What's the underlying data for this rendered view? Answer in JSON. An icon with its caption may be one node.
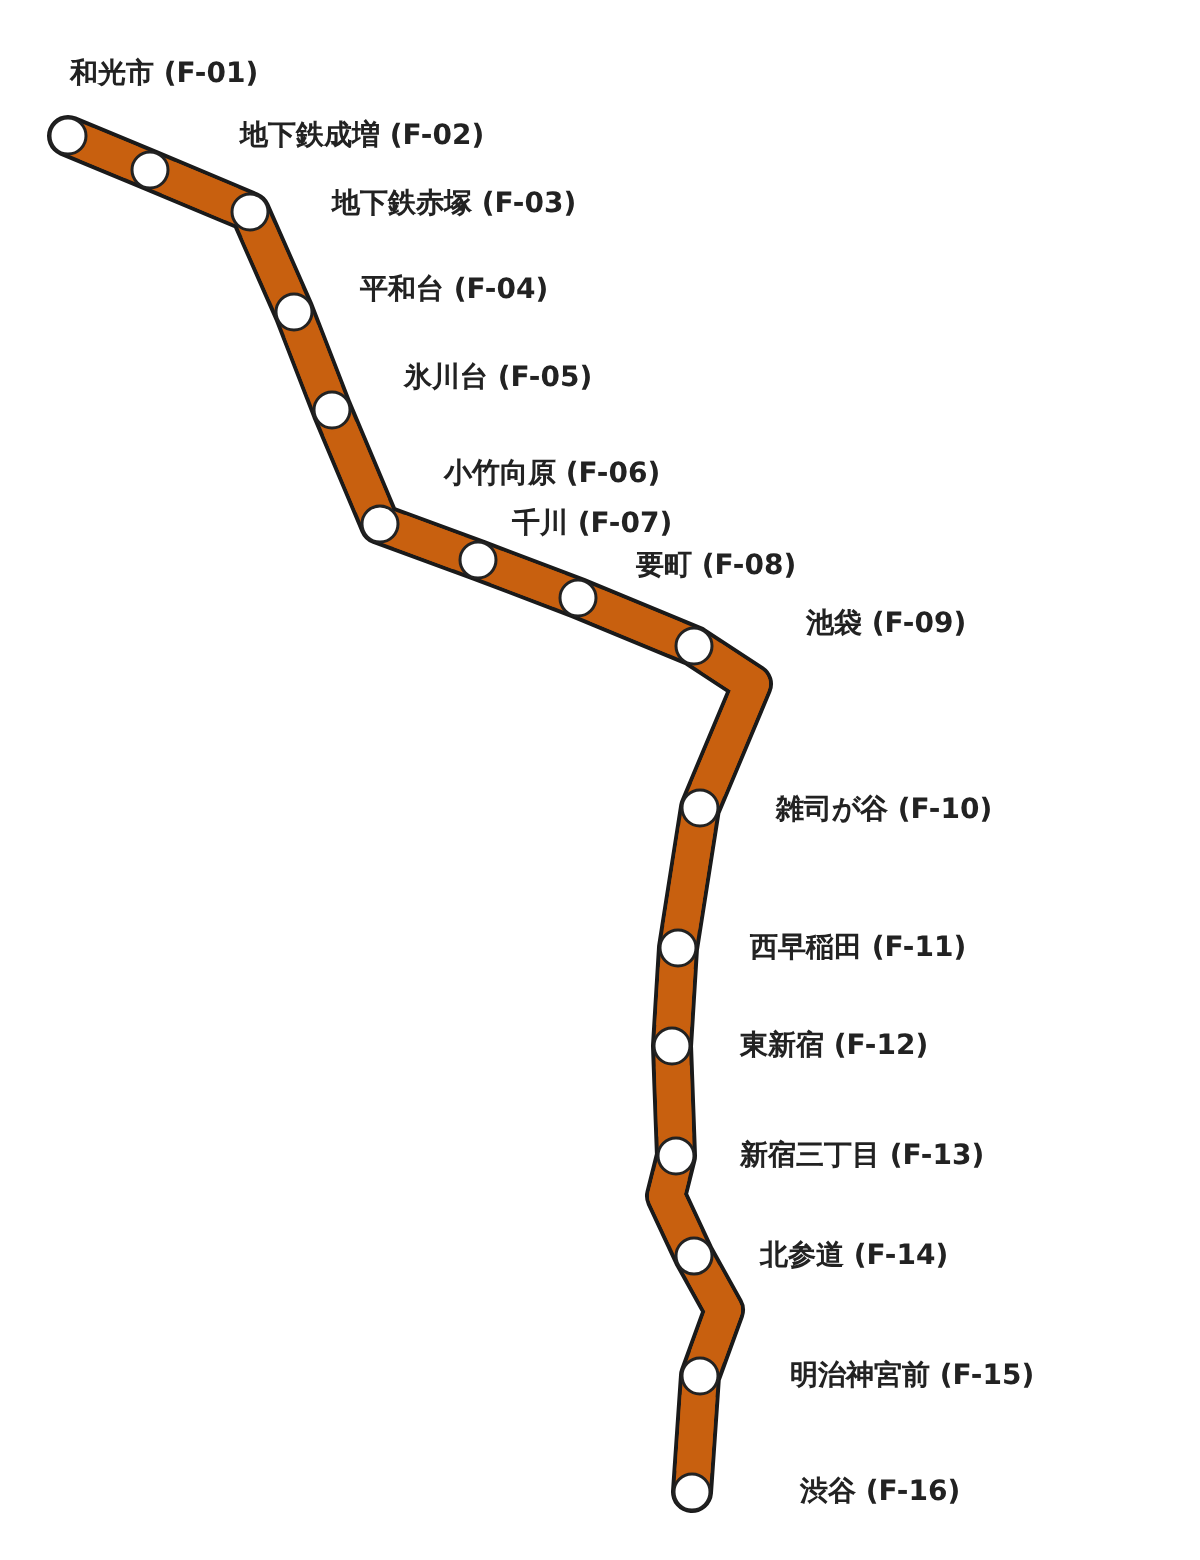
{
  "diagram": {
    "nodes": [
      {
        "text": [],
        "shape": "circle",
        "beside": [
          "和光市 (F-01)"
        ]
      },
      {
        "text": [],
        "shape": "circle",
        "beside": [
          "地下鉄成増 (F-02)"
        ]
      },
      {
        "text": [],
        "shape": "circle",
        "beside": [
          "地下鉄赤塚 (F-03)"
        ]
      },
      {
        "text": [],
        "shape": "circle",
        "beside": [
          "平和台 (F-04)"
        ]
      },
      {
        "text": [],
        "shape": "circle",
        "beside": [
          "氷川台 (F-05)"
        ]
      },
      {
        "text": [],
        "shape": "circle",
        "beside": [
          "小竹向原 (F-06)"
        ]
      },
      {
        "text": [],
        "shape": "circle",
        "beside": [
          "千川 (F-07)"
        ]
      },
      {
        "text": [],
        "shape": "circle",
        "beside": [
          "要町 (F-08)"
        ]
      },
      {
        "text": [],
        "shape": "circle",
        "beside": [
          "池袋 (F-09)"
        ]
      },
      {
        "text": [],
        "shape": "circle",
        "beside": [
          "雑司が谷 (F-10)"
        ]
      },
      {
        "text": [],
        "shape": "circle",
        "beside": [
          "西早稲田 (F-11)"
        ]
      },
      {
        "text": [],
        "shape": "circle",
        "beside": [
          "東新宿 (F-12)"
        ]
      },
      {
        "text": [],
        "shape": "circle",
        "beside": [
          "新宿三丁目 (F-13)"
        ]
      },
      {
        "text": [],
        "shape": "circle",
        "beside": [
          "北参道 (F-14)"
        ]
      },
      {
        "text": [],
        "shape": "circle",
        "beside": [
          "明治神宮前 (F-15)"
        ]
      },
      {
        "text": [],
        "shape": "circle",
        "beside": [
          "渋谷 (F-16)"
        ]
      }
    ],
    "edges": [
      {
        "from": 0,
        "to": 1,
        "arrow": "none"
      },
      {
        "from": 1,
        "to": 2,
        "arrow": "none"
      },
      {
        "from": 2,
        "to": 3,
        "arrow": "none"
      },
      {
        "from": 3,
        "to": 4,
        "arrow": "none"
      },
      {
        "from": 4,
        "to": 5,
        "arrow": "none"
      },
      {
        "from": 5,
        "to": 6,
        "arrow": "none"
      },
      {
        "from": 6,
        "to": 7,
        "arrow": "none"
      },
      {
        "from": 7,
        "to": 8,
        "arrow": "none"
      },
      {
        "from": 8,
        "to": 9,
        "arrow": "none"
      },
      {
        "from": 9,
        "to": 10,
        "arrow": "none"
      },
      {
        "from": 10,
        "to": 11,
        "arrow": "none"
      },
      {
        "from": 11,
        "to": 12,
        "arrow": "none"
      },
      {
        "from": 12,
        "to": 13,
        "arrow": "none"
      },
      {
        "from": 13,
        "to": 14,
        "arrow": "none"
      },
      {
        "from": 14,
        "to": 15,
        "arrow": "none"
      }
    ]
  }
}
